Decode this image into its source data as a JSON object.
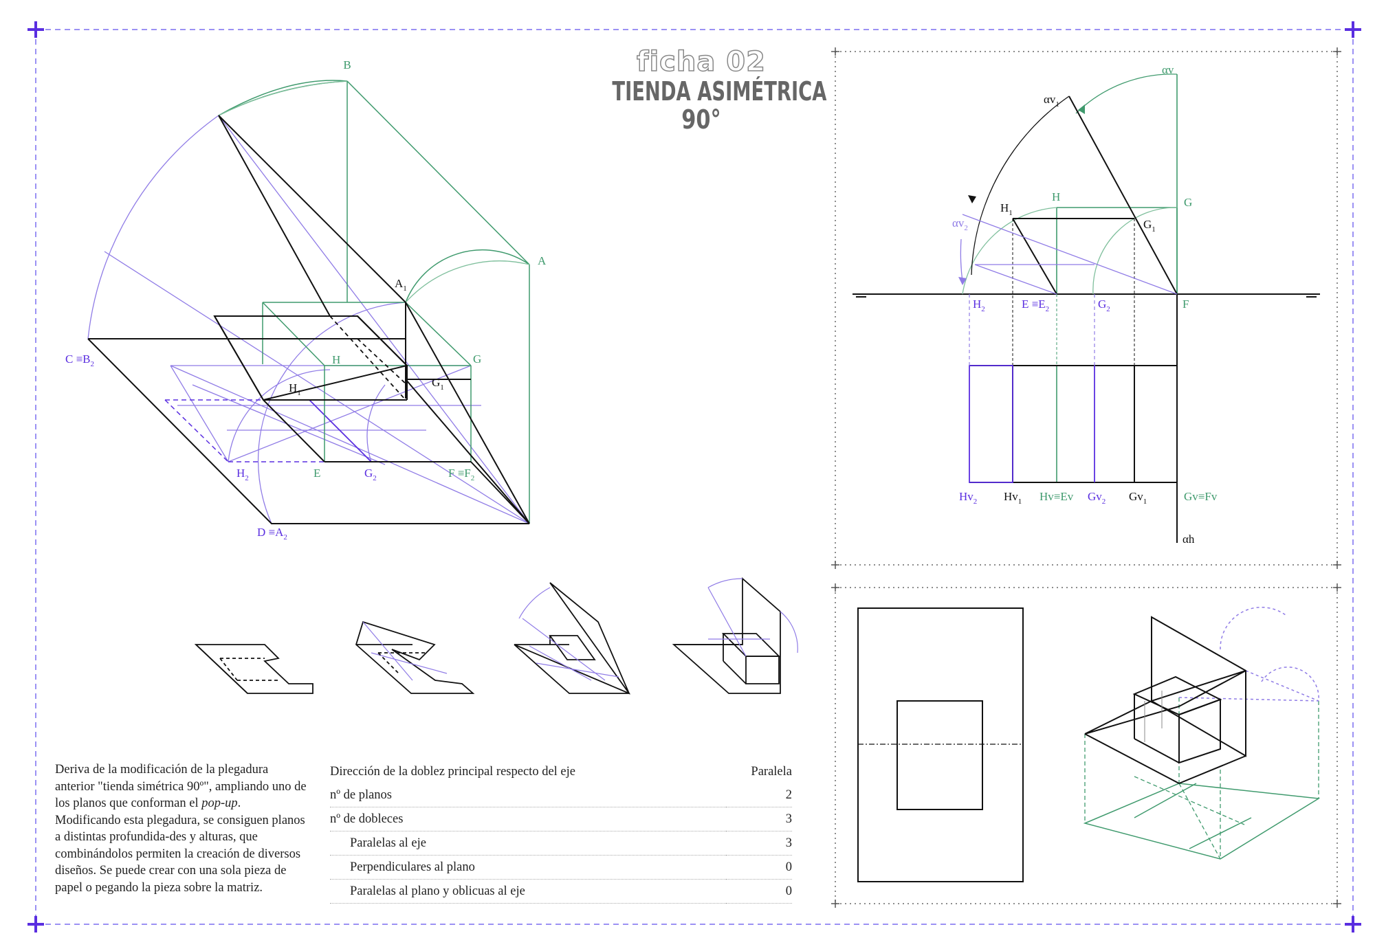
{
  "header": {
    "ficha": "ficha 02",
    "title_line1": "TIENDA ASIMÉTRICA",
    "title_line2": "90°"
  },
  "description": {
    "part1": "Deriva de la modificación de la plegadura anterior \"tienda simétrica 90º\", ampliando uno de los planos que conforman el ",
    "italic": "pop-up",
    "part2": ". Modificando esta plegadura, se consiguen planos a distintas profundida-des y alturas, que combinándolos permiten la creación de diversos diseños. Se puede crear con una sola pieza de papel o pegando la pieza sobre la matriz."
  },
  "properties": [
    {
      "label": "Dirección de la doblez principal respecto del eje",
      "value": "Paralela",
      "indent": false
    },
    {
      "label": "nº de planos",
      "value": "2",
      "indent": false
    },
    {
      "label": "nº de dobleces",
      "value": "3",
      "indent": false
    },
    {
      "label": "Paralelas al eje",
      "value": "3",
      "indent": true
    },
    {
      "label": "Perpendiculares al plano",
      "value": "0",
      "indent": true
    },
    {
      "label": "Paralelas al plano y oblicuas al eje",
      "value": "0",
      "indent": true
    }
  ],
  "iso_labels": {
    "A": "A",
    "B": "B",
    "A1": "A",
    "A1_sub": "1",
    "C": "C ≡B",
    "C_sub": "2",
    "D": "D ≡A",
    "D_sub": "2",
    "H": "H",
    "G": "G",
    "H1": "H",
    "H1_sub": "1",
    "G1": "G",
    "G1_sub": "1",
    "H2": "H",
    "H2_sub": "2",
    "E": "E",
    "G2": "G",
    "G2_sub": "2",
    "F": "F ≡F",
    "F_sub": "2"
  },
  "ortho_labels": {
    "av": "αv",
    "av1": "αv",
    "av1_sub": "1",
    "av2": "αv",
    "av2_sub": "2",
    "H": "H",
    "G": "G",
    "H1": "H",
    "H1_sub": "1",
    "G1": "G",
    "G1_sub": "1",
    "H2": "H",
    "H2_sub": "2",
    "E": "E ≡E",
    "E_sub": "2",
    "G2": "G",
    "G2_sub": "2",
    "F": "F",
    "Hv2": "Hv",
    "Hv2_sub": "2",
    "Hv1": "Hv",
    "Hv1_sub": "1",
    "HvEv": "Hv≡Ev",
    "Gv2": "Gv",
    "Gv2_sub": "2",
    "Gv1": "Gv",
    "Gv1_sub": "1",
    "GvFv": "Gv≡Fv",
    "ah": "αh"
  },
  "colors": {
    "black": "#111111",
    "green": "#3f9a6d",
    "purple": "#5a2ee0",
    "light_purple": "#8f7be6",
    "frame_dash": "#7a6df0",
    "title_gray": "#666666"
  }
}
